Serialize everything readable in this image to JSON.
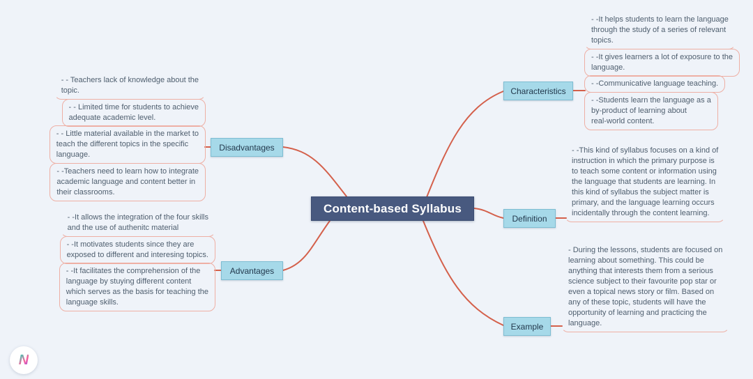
{
  "canvas": {
    "background": "#eff3f9",
    "connector_color": "#d4604b",
    "leaf_border_color": "#eeafa4",
    "central_bg": "#48597f",
    "branch_bg": "#a6d9e9"
  },
  "central": {
    "label": "Content-based Syllabus"
  },
  "branches": [
    {
      "label": "Characteristics",
      "side": "right",
      "leaves": [
        "- -It helps students to learn the language\nthrough the study of a series of relevant\ntopics.",
        "- -It gives learners a lot of exposure to the\nlanguage.",
        "- -Communicative language teaching.",
        "- -Students learn the language as a\nby-product of learning about\nreal-world content."
      ]
    },
    {
      "label": "Definition",
      "side": "right",
      "leaves": [
        "- -This kind of syllabus focuses on a kind of\ninstruction in which the primary purpose is\nto teach some content or information using\nthe language that students are learning. In\nthis kind of syllabus the subject matter is\nprimary, and the language learning occurs\nincidentally through the content learning."
      ]
    },
    {
      "label": "Example",
      "side": "right",
      "leaves": [
        "- During the lessons, students are focused on\nlearning about something. This could be\nanything that interests them from a serious\nscience subject to their favourite pop star or\neven a topical news story or film. Based on\nany of these topic, students will have the\nopportunity of learning and practicing the\nlanguage."
      ]
    },
    {
      "label": "Disadvantages",
      "side": "left",
      "leaves": [
        "- - Teachers lack of knowledge about the\ntopic.",
        "- - Limited time for students to achieve\nadequate academic level.",
        "- - Little material available in the market to\nteach the different topics in the specific\nlanguage.",
        "- -Teachers need to learn how to integrate\nacademic language and content better in\ntheir classrooms."
      ]
    },
    {
      "label": "Advantages",
      "side": "left",
      "leaves": [
        "- -It allows the integration of the four skills\nand the use of authenitc material",
        "- -It motivates students since they are\nexposed to different and interesing topics.",
        "- -It facilitates the comprehension of the\nlanguage by stuying different content\nwhich serves as the basis for teaching the\nlanguage skills."
      ]
    }
  ],
  "logo": {
    "letter": "N"
  }
}
